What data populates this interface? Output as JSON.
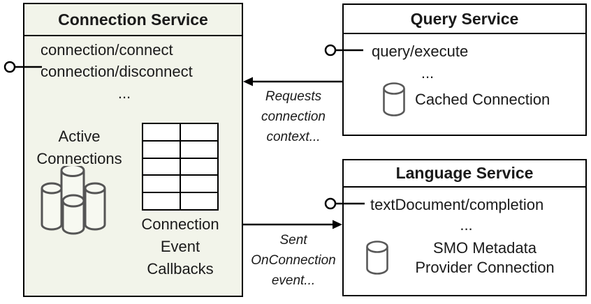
{
  "colors": {
    "connection_box_fill": "#f2f4ea",
    "service_box_fill": "#ffffff",
    "border": "#000000",
    "cylinder_stroke": "#595959",
    "text": "#1a1a1a"
  },
  "connection_service": {
    "title": "Connection Service",
    "methods": [
      "connection/connect",
      "connection/disconnect",
      "..."
    ],
    "active_label": [
      "Active",
      "Connections"
    ],
    "callbacks_label": [
      "Connection",
      "Event",
      "Callbacks"
    ]
  },
  "query_service": {
    "title": "Query Service",
    "methods": [
      "query/execute",
      "..."
    ],
    "cached_connection_label": "Cached Connection"
  },
  "language_service": {
    "title": "Language Service",
    "methods": [
      "textDocument/completion",
      "..."
    ],
    "smo_label": [
      "SMO Metadata",
      "Provider Connection"
    ]
  },
  "arrow_labels": {
    "requests": [
      "Requests",
      "connection",
      "context..."
    ],
    "sent": [
      "Sent",
      "OnConnection",
      "event..."
    ]
  }
}
